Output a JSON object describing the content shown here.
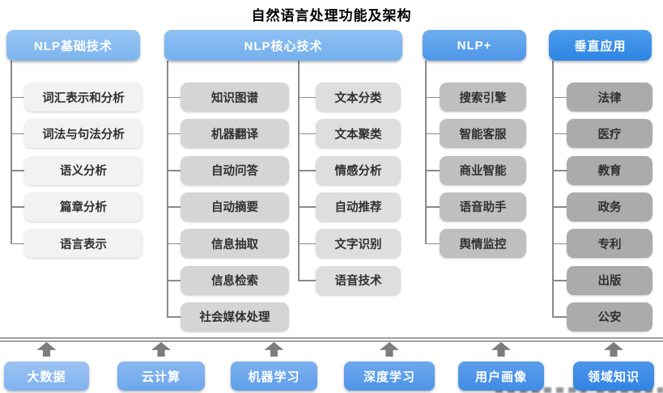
{
  "title": "自然语言处理功能及架构",
  "columns": [
    {
      "header": "NLP基础技术",
      "subcolumns": [
        [
          "词汇表示和分析",
          "词法与句法分析",
          "语义分析",
          "篇章分析",
          "语言表示"
        ]
      ]
    },
    {
      "header": "NLP核心技术",
      "subcolumns": [
        [
          "知识图谱",
          "机器翻译",
          "自动问答",
          "自动摘要",
          "信息抽取",
          "信息检索",
          "社会媒体处理"
        ],
        [
          "文本分类",
          "文本聚类",
          "情感分析",
          "自动推荐",
          "文字识别",
          "语音技术"
        ]
      ]
    },
    {
      "header": "NLP+",
      "subcolumns": [
        [
          "搜索引擎",
          "智能客服",
          "商业智能",
          "语音助手",
          "舆情监控"
        ]
      ]
    },
    {
      "header": "垂直应用",
      "subcolumns": [
        [
          "法律",
          "医疗",
          "教育",
          "政务",
          "专利",
          "出版",
          "公安"
        ]
      ]
    }
  ],
  "foundation": [
    "大数据",
    "云计算",
    "机器学习",
    "深度学习",
    "用户画像",
    "领域知识"
  ],
  "colors": {
    "title_text": "#000000",
    "header_text": "#ffffff",
    "item_text": "#303030",
    "foundation_text": "#ffffff",
    "connector": "#8a8a8a",
    "arrow": "#7d7d7d",
    "separator": "#a0a0a0",
    "header_gradients": [
      [
        "#98c5f4",
        "#7cb5ef"
      ],
      [
        "#8ec0f3",
        "#74afee"
      ],
      [
        "#6dadee",
        "#4f97e9"
      ],
      [
        "#4d9cea",
        "#2e85e4"
      ]
    ],
    "item_backgrounds": [
      [
        "#f2f2f2"
      ],
      [
        "#d5d5d5",
        "#dedede"
      ],
      [
        "#bfbfbf"
      ],
      [
        "#ababab"
      ]
    ],
    "foundation_gradients": [
      [
        "#9cc4f2",
        "#7fb2ee"
      ],
      [
        "#8ab8f0",
        "#6ca7ec"
      ],
      [
        "#7db1ef",
        "#5f9fea"
      ],
      [
        "#6ca7ed",
        "#4f95e8"
      ],
      [
        "#5c9eeb",
        "#418ce6"
      ],
      [
        "#4c95e9",
        "#3383e4"
      ]
    ]
  }
}
